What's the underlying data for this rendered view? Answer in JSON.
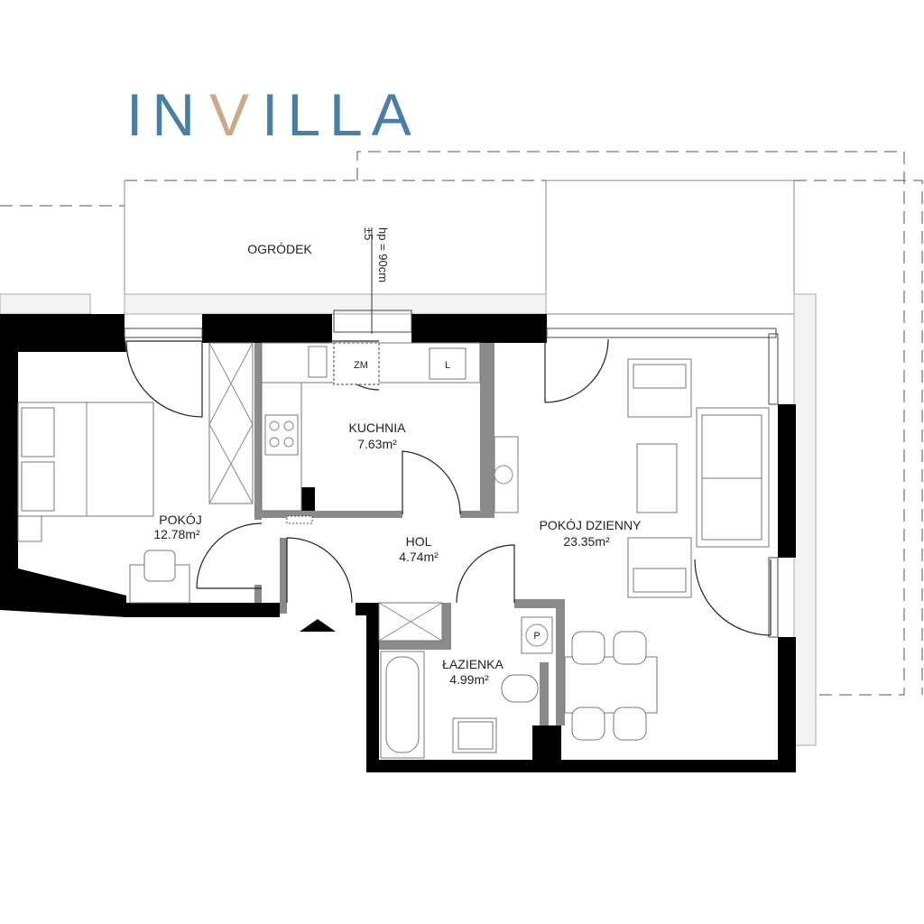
{
  "brand": {
    "logo_letters_left": "IN",
    "logo_letter_v": "V",
    "logo_letters_right": "ILLA",
    "logo_color": "#4a7fa5",
    "accent_color": "#c9a98a"
  },
  "rooms": {
    "garden": {
      "name": "OGRÓDEK"
    },
    "kitchen": {
      "name": "KUCHNIA",
      "area": "7.63m²"
    },
    "bedroom": {
      "name": "POKÓJ",
      "area": "12.78m²"
    },
    "hall": {
      "name": "HOL",
      "area": "4.74m²"
    },
    "living": {
      "name": "POKÓJ DZIENNY",
      "area": "23.35m²"
    },
    "bathroom": {
      "name": "ŁAZIENKA",
      "area": "4.99m²"
    }
  },
  "annotations": {
    "sill_height": "hp = 90cm",
    "sill_tolerance": "±5",
    "boiler": "ZM",
    "fridge": "L",
    "pump": "P"
  },
  "icons": [
    "entrance-arrow-icon"
  ]
}
